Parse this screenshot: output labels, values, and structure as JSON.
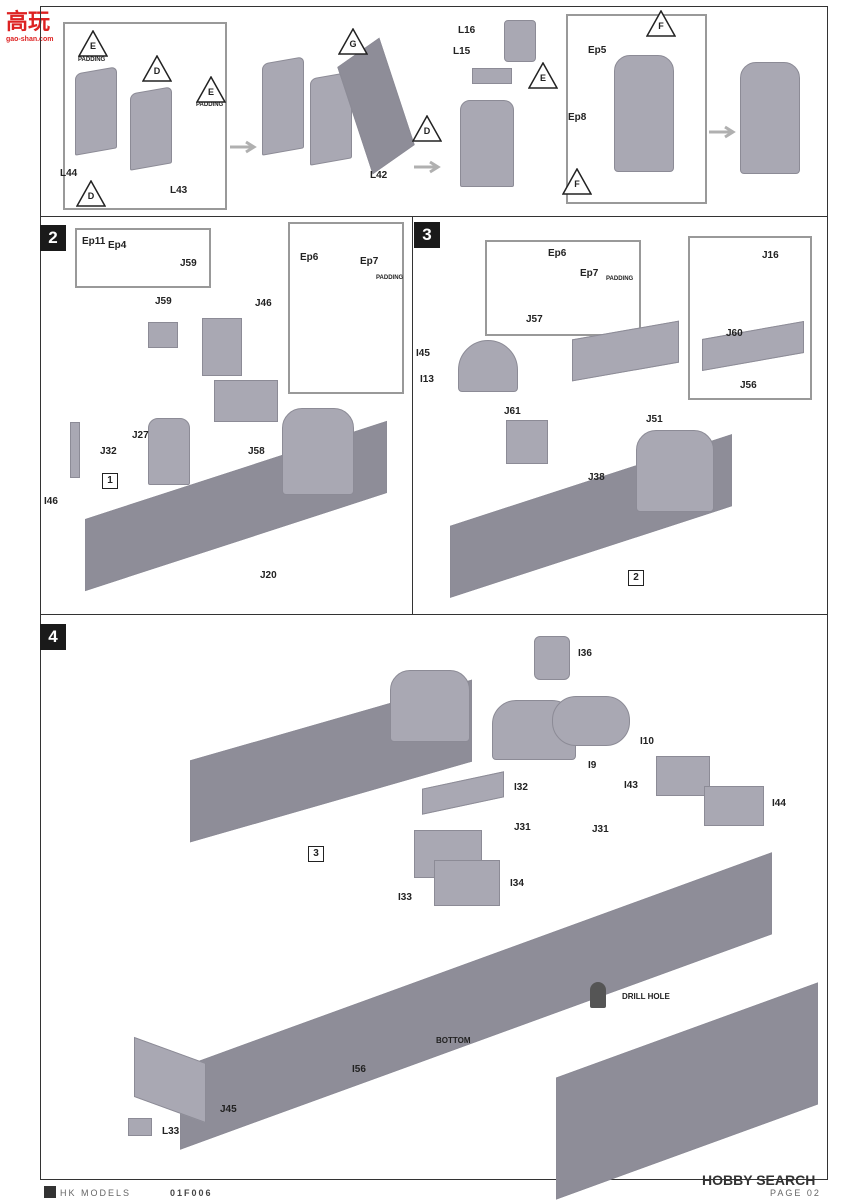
{
  "header_logo": {
    "chars": "高玩",
    "site": "gao-shan.com"
  },
  "steps": {
    "step1": {
      "labels": [
        "L44",
        "L43",
        "L42",
        "L16",
        "L15",
        "Ep5",
        "Ep8"
      ],
      "callouts": [
        "E",
        "D",
        "E",
        "D",
        "G",
        "D",
        "E",
        "F",
        "F"
      ],
      "padding_text": "PADDING"
    },
    "step2": {
      "number": "2",
      "labels": [
        "Ep11",
        "Ep4",
        "J59",
        "J59",
        "J46",
        "J32",
        "J27",
        "I46",
        "J58",
        "J20",
        "Ep6",
        "Ep7"
      ],
      "ref_box": "1",
      "padding_text": "PADDING"
    },
    "step3": {
      "number": "3",
      "labels": [
        "Ep6",
        "Ep7",
        "J57",
        "J16",
        "J60",
        "J56",
        "I45",
        "I13",
        "J61",
        "J51",
        "J38"
      ],
      "ref_box": "2",
      "padding_text": "PADDING"
    },
    "step4": {
      "number": "4",
      "labels": [
        "I36",
        "I10",
        "I9",
        "I43",
        "I44",
        "I32",
        "J31",
        "J31",
        "I33",
        "I34",
        "I56",
        "J45",
        "L33"
      ],
      "ref_box": "3",
      "drill_hole": "DRILL HOLE",
      "bottom": "BOTTOM"
    }
  },
  "footer": {
    "brand": "HK MODELS",
    "code": "01F006",
    "watermark": "HOBBY SEARCH",
    "page": "PAGE 02"
  },
  "colors": {
    "part": "#a9a8b3",
    "frame": "#333333",
    "subframe": "#999999",
    "arrow": "#b0b0b0",
    "etch": "#c8a040"
  }
}
